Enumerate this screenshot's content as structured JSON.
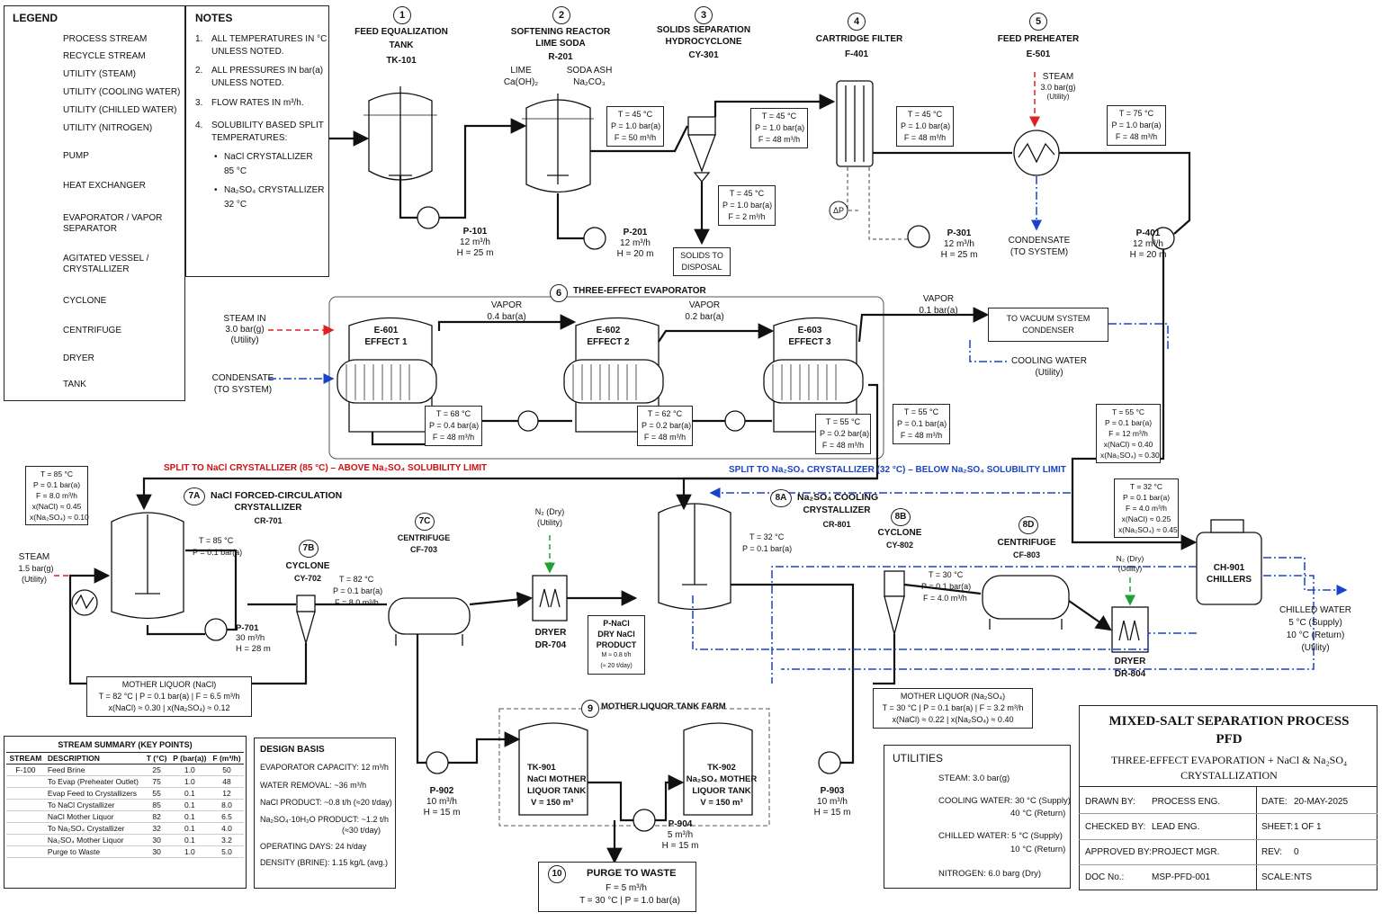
{
  "legend": {
    "title": "LEGEND",
    "items": [
      "PROCESS STREAM",
      "RECYCLE STREAM",
      "UTILITY (STEAM)",
      "UTILITY (COOLING WATER)",
      "UTILITY (CHILLED WATER)",
      "UTILITY (NITROGEN)",
      "PUMP",
      "HEAT EXCHANGER",
      "EVAPORATOR / VAPOR SEPARATOR",
      "AGITATED VESSEL / CRYSTALLIZER",
      "CYCLONE",
      "CENTRIFUGE",
      "DRYER",
      "TANK"
    ]
  },
  "notes": {
    "title": "NOTES",
    "n1": "1.",
    "t1": "ALL TEMPERATURES IN °C",
    "t1b": "UNLESS NOTED.",
    "n2": "2.",
    "t2": "ALL PRESSURES IN bar(a)",
    "t2b": "UNLESS NOTED.",
    "n3": "3.",
    "t3": "FLOW RATES IN m³/h.",
    "n4": "4.",
    "t4": "SOLUBILITY BASED SPLIT",
    "t4b": "TEMPERATURES:",
    "b1": "•",
    "s1": "NaCl CRYSTALLIZER",
    "s1b": "85 °C",
    "b2": "•",
    "s2": "Na₂SO₄ CRYSTALLIZER",
    "s2b": "32 °C"
  },
  "colors": {
    "process": "#111111",
    "steam": "#e02020",
    "cooling": "#1a44c8",
    "chilled": "#1a44c8",
    "nitrogen": "#22a035"
  },
  "units": {
    "u1": {
      "num": "1",
      "name1": "FEED EQUALIZATION",
      "name2": "TANK",
      "tag": "TK-101"
    },
    "u2": {
      "num": "2",
      "name1": "SOFTENING REACTOR",
      "name2": "LIME SODA",
      "tag": "R-201",
      "lime1": "LIME",
      "lime2": "Ca(OH)₂",
      "soda1": "SODA ASH",
      "soda2": "Na₂CO₃"
    },
    "u3": {
      "num": "3",
      "name1": "SOLIDS SEPARATION",
      "name2": "HYDROCYCLONE",
      "tag": "CY-301",
      "disposal1": "SOLIDS TO",
      "disposal2": "DISPOSAL"
    },
    "u4": {
      "num": "4",
      "name1": "CARTRIDGE FILTER",
      "tag": "F-401",
      "dp": "ΔP"
    },
    "u5": {
      "num": "5",
      "name1": "FEED PREHEATER",
      "tag": "E-501",
      "steam1": "STEAM",
      "steam2": "3.0 bar(g)",
      "steam3": "(Utility)",
      "cond1": "CONDENSATE",
      "cond2": "(TO SYSTEM)"
    },
    "u6": {
      "num": "6",
      "name": "THREE-EFFECT EVAPORATOR",
      "e1a": "E-601",
      "e1b": "EFFECT 1",
      "e2a": "E-602",
      "e2b": "EFFECT 2",
      "e3a": "E-603",
      "e3b": "EFFECT 3",
      "vap1a": "VAPOR",
      "vap1b": "0.4 bar(a)",
      "vap2a": "VAPOR",
      "vap2b": "0.2 bar(a)",
      "vap3a": "VAPOR",
      "vap3b": "0.1 bar(a)",
      "steamin1": "STEAM IN",
      "steamin2": "3.0 bar(g)",
      "steamin3": "(Utility)",
      "cond1": "CONDENSATE",
      "cond2": "(TO SYSTEM)",
      "vac1": "TO VACUUM SYSTEM",
      "vac2": "CONDENSER",
      "cw1": "COOLING WATER",
      "cw2": "(Utility)"
    },
    "u7a": {
      "num": "7A",
      "name1": "NaCl FORCED-CIRCULATION",
      "name2": "CRYSTALLIZER",
      "tag": "CR-701",
      "steam1": "STEAM",
      "steam2": "1.5 bar(g)",
      "steam3": "(Utility)"
    },
    "u7b": {
      "num": "7B",
      "name1": "CYCLONE",
      "tag": "CY-702"
    },
    "u7c": {
      "num": "7C",
      "name1": "CENTRIFUGE",
      "tag": "CF-703"
    },
    "dr704": {
      "tag1": "DRYER",
      "tag2": "DR-704",
      "n2a": "N₂ (Dry)",
      "n2b": "(Utility)"
    },
    "pnacl": {
      "l1": "P-NaCl",
      "l2": "DRY NaCl",
      "l3": "PRODUCT",
      "l4": "M ≈ 0.8 t/h",
      "l5": "(≈ 20 t/day)"
    },
    "u8a": {
      "num": "8A",
      "name1": "Na₂SO₄ COOLING",
      "name2": "CRYSTALLIZER",
      "tag": "CR-801"
    },
    "u8b": {
      "num": "8B",
      "name1": "CYCLONE",
      "tag": "CY-802"
    },
    "u8d": {
      "num": "8D",
      "name1": "CENTRIFUGE",
      "tag": "CF-803"
    },
    "dr804": {
      "tag1": "DRYER",
      "tag2": "DR-804",
      "n2a": "N₂ (Dry)",
      "n2b": "(Utility)"
    },
    "ch901": {
      "l1": "CH-901",
      "l2": "CHILLERS",
      "cw1": "CHILLED WATER",
      "cw2": "5 °C (Supply)",
      "cw3": "10 °C (Return)",
      "cw4": "(Utility)"
    },
    "u9": {
      "num": "9",
      "name": "MOTHER LIQUOR TANK FARM",
      "t1a": "TK-901",
      "t1b": "NaCl MOTHER",
      "t1c": "LIQUOR TANK",
      "t1d": "V = 150 m³",
      "t2a": "TK-902",
      "t2b": "Na₂SO₄ MOTHER",
      "t2c": "LIQUOR TANK",
      "t2d": "V = 150 m³"
    },
    "u10": {
      "num": "10",
      "name": "PURGE TO WASTE",
      "l2": "F = 5 m³/h",
      "l3": "T = 30 °C  |  P = 1.0 bar(a)"
    }
  },
  "pumps": {
    "p101": {
      "tag": "P-101",
      "f": "12 m³/h",
      "h": "H = 25 m"
    },
    "p201": {
      "tag": "P-201",
      "f": "12 m³/h",
      "h": "H = 20 m"
    },
    "p301": {
      "tag": "P-301",
      "f": "12 m³/h",
      "h": "H = 25 m"
    },
    "p401": {
      "tag": "P-401",
      "f": "12 m³/h",
      "h": "H = 20 m"
    },
    "p701": {
      "tag": "P-701",
      "f": "30 m³/h",
      "h": "H = 28 m"
    },
    "p902": {
      "tag": "P-902",
      "f": "10 m³/h",
      "h": "H = 15 m"
    },
    "p903": {
      "tag": "P-903",
      "f": "10 m³/h",
      "h": "H = 15 m"
    },
    "p904": {
      "tag": "P-904",
      "f": "5 m³/h",
      "h": "H = 15 m"
    }
  },
  "streams": {
    "s1": {
      "a": "T = 45 °C",
      "b": "P = 1.0 bar(a)",
      "c": "F = 50 m³/h"
    },
    "s2": {
      "a": "T = 45 °C",
      "b": "P = 1.0 bar(a)",
      "c": "F = 48 m³/h"
    },
    "s3": {
      "a": "T = 45 °C",
      "b": "P = 1.0 bar(a)",
      "c": "F = 2 m³/h"
    },
    "s4": {
      "a": "T = 45 °C",
      "b": "P = 1.0 bar(a)",
      "c": "F = 48 m³/h"
    },
    "s5": {
      "a": "T = 75 °C",
      "b": "P = 1.0 bar(a)",
      "c": "F = 48 m³/h"
    },
    "s6": {
      "a": "T = 68 °C",
      "b": "P = 0.4 bar(a)",
      "c": "F = 48 m³/h"
    },
    "s7": {
      "a": "T = 62 °C",
      "b": "P = 0.2 bar(a)",
      "c": "F = 48 m³/h"
    },
    "s8": {
      "a": "T = 55 °C",
      "b": "P = 0.2 bar(a)",
      "c": "F = 48 m³/h"
    },
    "s9": {
      "a": "T = 55 °C",
      "b": "P = 0.1 bar(a)",
      "c": "F = 48 m³/h"
    },
    "s10": {
      "a": "T = 55 °C",
      "b": "P = 0.1 bar(a)",
      "c": "F = 12 m³/h",
      "d": "x(NaCl) ≈ 0.40",
      "e": "x(Na₂SO₄) ≈ 0.30"
    },
    "s11": {
      "a": "T = 85 °C",
      "b": "P = 0.1 bar(a)",
      "c": "F = 8.0 m³/h",
      "d": "x(NaCl) ≈ 0.45",
      "e": "x(Na₂SO₄) ≈ 0.10"
    },
    "s12": {
      "a": "T = 32 °C",
      "b": "P = 0.1 bar(a)",
      "c": "F = 4.0 m³/h",
      "d": "x(NaCl) ≈ 0.25",
      "e": "x(Na₂SO₄) ≈ 0.45"
    },
    "s13": {
      "a": "T = 85 °C",
      "b": "P = 0.1 bar(a)"
    },
    "s14": {
      "a": "T = 82 °C",
      "b": "P = 0.1 bar(a)",
      "c": "F = 8.0 m³/h"
    },
    "s15": {
      "a": "T = 32 °C",
      "b": "P = 0.1 bar(a)"
    },
    "s16": {
      "a": "T = 30 °C",
      "b": "P = 0.1 bar(a)",
      "c": "F = 4.0 m³/h"
    },
    "ml1": {
      "a": "MOTHER LIQUOR (NaCl)",
      "b": "T = 82 °C  |  P = 0.1 bar(a)  |  F = 6.5 m³/h",
      "c": "x(NaCl) ≈ 0.30  |  x(Na₂SO₄) ≈ 0.12"
    },
    "ml2": {
      "a": "MOTHER LIQUOR (Na₂SO₄)",
      "b": "T = 30 °C  |  P = 0.1 bar(a)  |  F = 3.2 m³/h",
      "c": "x(NaCl) ≈ 0.22  |  x(Na₂SO₄) ≈ 0.40"
    }
  },
  "splits": {
    "nacl": "SPLIT TO NaCl CRYSTALLIZER (85 °C) – ABOVE Na₂SO₄ SOLUBILITY LIMIT",
    "na2so4": "SPLIT TO Na₂SO₄ CRYSTALLIZER (32 °C) – BELOW Na₂SO₄ SOLUBILITY LIMIT"
  },
  "stream_summary": {
    "title": "STREAM SUMMARY (KEY POINTS)",
    "headers": [
      "STREAM",
      "DESCRIPTION",
      "T (°C)",
      "P (bar(a))",
      "F (m³/h)"
    ],
    "rows": [
      [
        "F-100",
        "Feed Brine",
        "25",
        "1.0",
        "50"
      ],
      [
        "",
        "To Evap (Preheater Outlet)",
        "75",
        "1.0",
        "48"
      ],
      [
        "",
        "Evap Feed to Crystallizers",
        "55",
        "0.1",
        "12"
      ],
      [
        "",
        "To NaCl Crystallizer",
        "85",
        "0.1",
        "8.0"
      ],
      [
        "",
        "NaCl Mother Liquor",
        "82",
        "0.1",
        "6.5"
      ],
      [
        "",
        "To Na₂SO₄ Crystallizer",
        "32",
        "0.1",
        "4.0"
      ],
      [
        "",
        "Na₂SO₄ Mother Liquor",
        "30",
        "0.1",
        "3.2"
      ],
      [
        "",
        "Purge to Waste",
        "30",
        "1.0",
        "5.0"
      ]
    ]
  },
  "design_basis": {
    "title": "DESIGN BASIS",
    "l1": "EVAPORATOR CAPACITY: 12 m³/h",
    "l2": "WATER REMOVAL: ~36 m³/h",
    "l3": "NaCl PRODUCT: ~0.8 t/h (≈20 t/day)",
    "l4": "Na₂SO₄·10H₂O PRODUCT: ~1.2 t/h",
    "l4b": "(≈30 t/day)",
    "l5": "OPERATING DAYS: 24 h/day",
    "l6": "DENSITY (BRINE): 1.15 kg/L (avg.)"
  },
  "utilities": {
    "title": "UTILITIES",
    "steam": "STEAM:   3.0 bar(g)",
    "cw1": "COOLING WATER:  30 °C (Supply)",
    "cw2": "40 °C (Return)",
    "chw1": "CHILLED WATER:    5 °C (Supply)",
    "chw2": "10 °C (Return)",
    "n2": "NITROGEN:  6.0 barg (Dry)"
  },
  "title_block": {
    "t1": "MIXED-SALT SEPARATION PROCESS",
    "t2": "PFD",
    "t3": "THREE-EFFECT EVAPORATION + NaCl & Na₂SO₄",
    "t4": "CRYSTALLIZATION",
    "drawn_l": "DRAWN BY:",
    "drawn_v": "PROCESS ENG.",
    "date_l": "DATE:",
    "date_v": "20-MAY-2025",
    "checked_l": "CHECKED BY:",
    "checked_v": "LEAD ENG.",
    "sheet_l": "SHEET:",
    "sheet_v": "1 OF 1",
    "approved_l": "APPROVED BY:",
    "approved_v": "PROJECT MGR.",
    "rev_l": "REV:",
    "rev_v": "0",
    "doc_l": "DOC No.:",
    "doc_v": "MSP-PFD-001",
    "scale_l": "SCALE:",
    "scale_v": "NTS"
  }
}
